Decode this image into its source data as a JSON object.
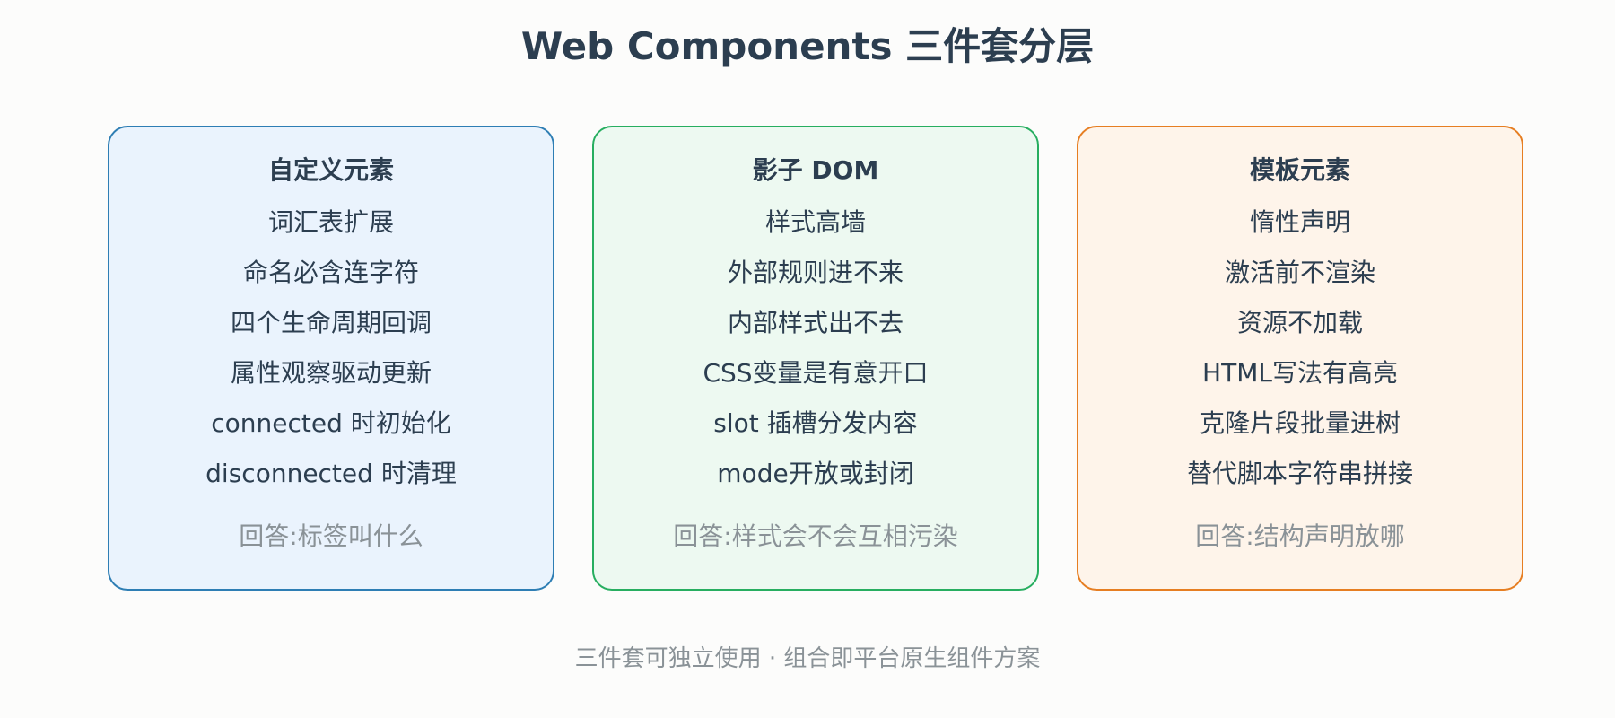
{
  "title": "Web Components 三件套分层",
  "colors": {
    "custom_elements": {
      "border": "#2e7eb4",
      "fill": "#eaf3fd"
    },
    "shadow_dom": {
      "border": "#27ae60",
      "fill": "#edf9f1"
    },
    "template": {
      "border": "#e67e22",
      "fill": "#fef4ea"
    }
  },
  "cards": [
    {
      "heading": "自定义元素",
      "items": [
        "词汇表扩展",
        "命名必含连字符",
        "四个生命周期回调",
        "属性观察驱动更新",
        "connected 时初始化",
        "disconnected 时清理"
      ],
      "answer": "回答:标签叫什么"
    },
    {
      "heading": "影子 DOM",
      "items": [
        "样式高墙",
        "外部规则进不来",
        "内部样式出不去",
        "CSS变量是有意开口",
        "slot 插槽分发内容",
        "mode开放或封闭"
      ],
      "answer": "回答:样式会不会互相污染"
    },
    {
      "heading": "模板元素",
      "items": [
        "惰性声明",
        "激活前不渲染",
        "资源不加载",
        "HTML写法有高亮",
        "克隆片段批量进树",
        "替代脚本字符串拼接"
      ],
      "answer": "回答:结构声明放哪"
    }
  ],
  "footer": "三件套可独立使用 · 组合即平台原生组件方案"
}
